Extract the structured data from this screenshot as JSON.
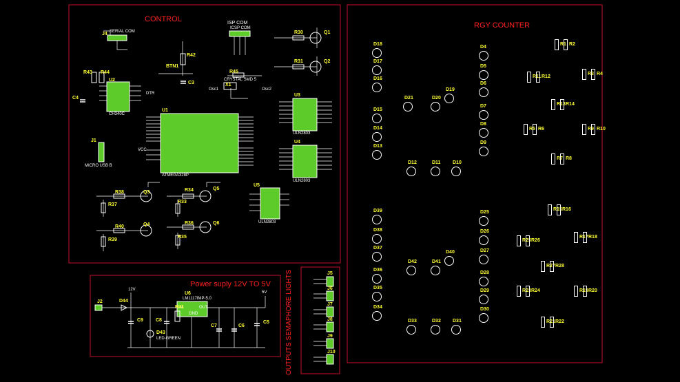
{
  "sections": {
    "control": "CONTROL",
    "rgy_counter": "RGY COUNTER",
    "power": "Power suply 12V TO 5V",
    "outputs": "OUTPUTS SEMAPHORE LIGHTS"
  },
  "control": {
    "j4": "J4",
    "j4_name": "SERIAL COM",
    "isp": "ISP COM",
    "isp_sub": "ICSP COM",
    "u1": "U1",
    "u1_part": "ATMEGA328P",
    "u2": "U2",
    "u2_part": "CH340C",
    "u3": "U3",
    "u3_part": "ULN2803",
    "u4": "U4",
    "u4_part": "ULN2803",
    "u5": "U5",
    "u5_part": "ULN2803",
    "x1": "X1",
    "x1_part": "CRYSTAL SMD 5",
    "btn1": "BTN1",
    "c3": "C3",
    "c4": "C4",
    "r30": "R30",
    "r31": "R31",
    "r33": "R33",
    "r34": "R34",
    "r35": "R35",
    "r36": "R36",
    "r37": "R37",
    "r38": "R38",
    "r39": "R39",
    "r40": "R40",
    "r42": "R42",
    "r43": "R43",
    "r44": "R44",
    "r45": "R45",
    "q1": "Q1",
    "q2": "Q2",
    "q3": "Q3",
    "q4": "Q4",
    "q5": "Q5",
    "q6": "Q6",
    "j1": "J1",
    "j1_name": "MICRO USB B",
    "vcc": "VCC",
    "dtr": "DTR",
    "osc1": "Osc1",
    "osc2": "Osc2"
  },
  "power": {
    "j2": "J2",
    "d44": "D44",
    "u6": "U6",
    "u6_part": "LM1117IMP-5.0",
    "c5": "C5",
    "c6": "C6",
    "c7": "C7",
    "c8": "C8",
    "c9": "C9",
    "r41": "R41",
    "d43": "D43",
    "d43_part": "LED-GREEN",
    "gnd": "GND",
    "in": "IN",
    "out": "OUT",
    "v12": "12V",
    "v5": "5V"
  },
  "outputs": [
    "J5",
    "J6",
    "J7",
    "J8",
    "J9",
    "J10"
  ],
  "counter": {
    "top_diodes": [
      "D18",
      "D17",
      "D16",
      "D15",
      "D14",
      "D13",
      "D19",
      "D20",
      "D21",
      "D12",
      "D11",
      "D10",
      "D4",
      "D5",
      "D6",
      "D7",
      "D8",
      "D9"
    ],
    "bottom_diodes": [
      "D39",
      "D38",
      "D37",
      "D36",
      "D35",
      "D34",
      "D42",
      "D41",
      "D40",
      "D33",
      "D32",
      "D31",
      "D25",
      "D26",
      "D27",
      "D28",
      "D29",
      "D30"
    ],
    "top_resistors": [
      "R1",
      "R2",
      "R3",
      "R4",
      "R11",
      "R12",
      "R13",
      "R14",
      "R5",
      "R6",
      "R9",
      "R10",
      "R7",
      "R8",
      "R15",
      "R16"
    ],
    "bottom_resistors": [
      "R25",
      "R26",
      "R17",
      "R18",
      "R27",
      "R28",
      "R23",
      "R24",
      "R19",
      "R20",
      "R21",
      "R22"
    ]
  }
}
